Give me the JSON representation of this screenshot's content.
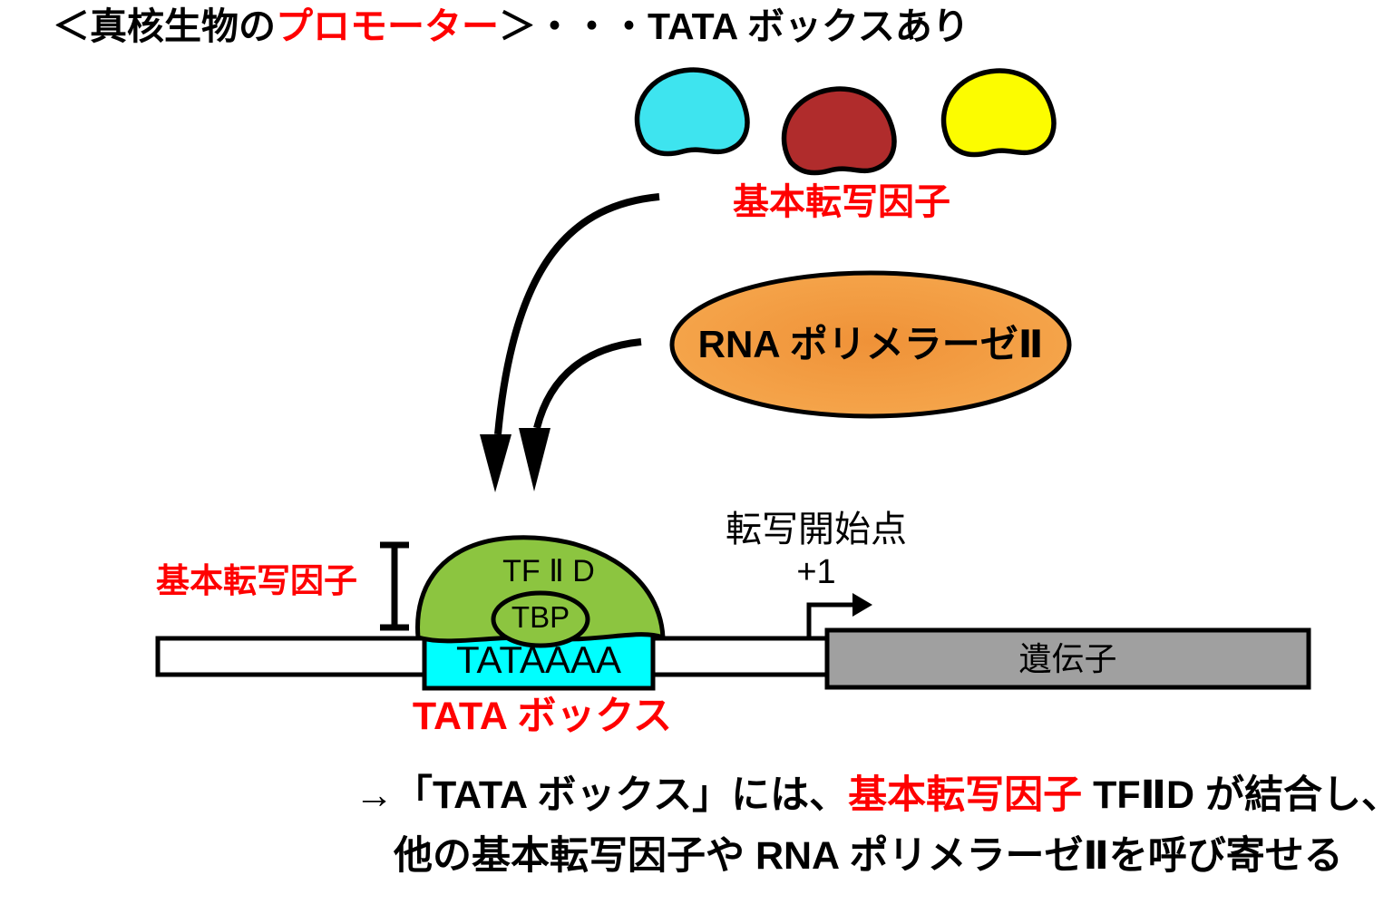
{
  "title": {
    "pre": "＜真核生物の",
    "highlight": "プロモーター",
    "post": "＞・・・TATA ボックスあり"
  },
  "colors": {
    "red_text": "#ff0000",
    "cyan_blob": "#3ee4ef",
    "dark_red_blob": "#b02c2c",
    "yellow_blob": "#fcfc00",
    "green_dome": "#8cc540",
    "orange_center": "#ef9238",
    "orange_edge": "#f7ab51",
    "cyan_box": "#00ffff",
    "gray_box": "#a0a0a0",
    "dna_bar": "#ffffff",
    "outline": "#000000"
  },
  "general_factors": {
    "label": "基本転写因子",
    "blobs": [
      "cyan-factor-blob",
      "red-factor-blob",
      "yellow-factor-blob"
    ]
  },
  "rna_polymerase": {
    "label": "RNA ポリメラーゼⅡ"
  },
  "promoter_complex": {
    "bracket_label": "基本転写因子",
    "tfiid_label": "TF Ⅱ D",
    "tbp_label": "TBP",
    "tata_sequence": "TATAAAA",
    "tata_box_label": "TATA ボックス"
  },
  "transcription_start": {
    "label": "転写開始点",
    "position": "+1"
  },
  "gene": {
    "label": "遺伝子"
  },
  "caption": {
    "line1_black1": "→「TATA ボックス」には、",
    "line1_red": "基本転写因子",
    "line1_black2": " TFⅡD が結合し、",
    "line2": "他の基本転写因子や RNA ポリメラーゼⅡを呼び寄せる"
  }
}
